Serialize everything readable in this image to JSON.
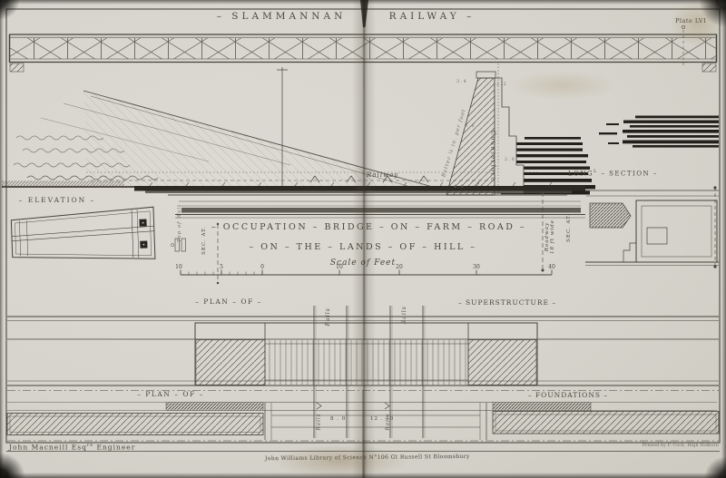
{
  "plate": {
    "title_left": "–  SLAMMANNAN",
    "title_right": "RAILWAY  –",
    "plate_number": "Plate LVI",
    "subject_line1": "– OCCUPATION – BRIDGE – ON – FARM – ROAD –",
    "subject_line2": "– ON – THE – LANDS – OF – HILL –"
  },
  "view_labels": {
    "elevation": "– ELEVATION –",
    "long_section_main": "LONG",
    "long_section_sup": "L",
    "long_section_rest": " – SECTION –",
    "plan_super_left": "– PLAN – OF –",
    "plan_super_right": "– SUPERSTRUCTURE –",
    "plan_found_left": "– PLAN – OF –",
    "plan_found_right": "– FOUNDATIONS –"
  },
  "scale_bar": {
    "caption": "Scale of Feet",
    "ticks": [
      "10",
      "5",
      "0",
      "10",
      "20",
      "30",
      "40"
    ]
  },
  "annotations": {
    "railway": "Railway",
    "counterfort": "Counterfort",
    "batter": "Batter ¼ in. per foot",
    "rails_top_left": "Rails",
    "rails_top_right": "Rails",
    "rails_bottom_left": "Rails",
    "rails_bottom_right": "Rails",
    "roadway_l1": "Roadway",
    "roadway_l2": "18 ft wide",
    "sec_left": "SEC. AT.",
    "sec_right": "SEC. AT.",
    "top_of_wall": "Top of Wall",
    "dims": [
      "3 . 4",
      "2 . 2",
      "3 . 6",
      "2 . 0",
      "4 . 0"
    ],
    "found_dim_left": "8 . 0",
    "found_dim_right": "12 . 10"
  },
  "credits": {
    "engineer_name": "John Macneill Esq",
    "engineer_sup": "re",
    "engineer_title": "  Engineer",
    "publisher": "John Williams  Library of Science  N°106 Gt Russell St Bloomsbury",
    "printer": "Printed by F. Cock, High Holborn"
  },
  "colors": {
    "paper": "#d7d5cd",
    "ink": "#45423a",
    "dark_strata": "#22201a"
  }
}
